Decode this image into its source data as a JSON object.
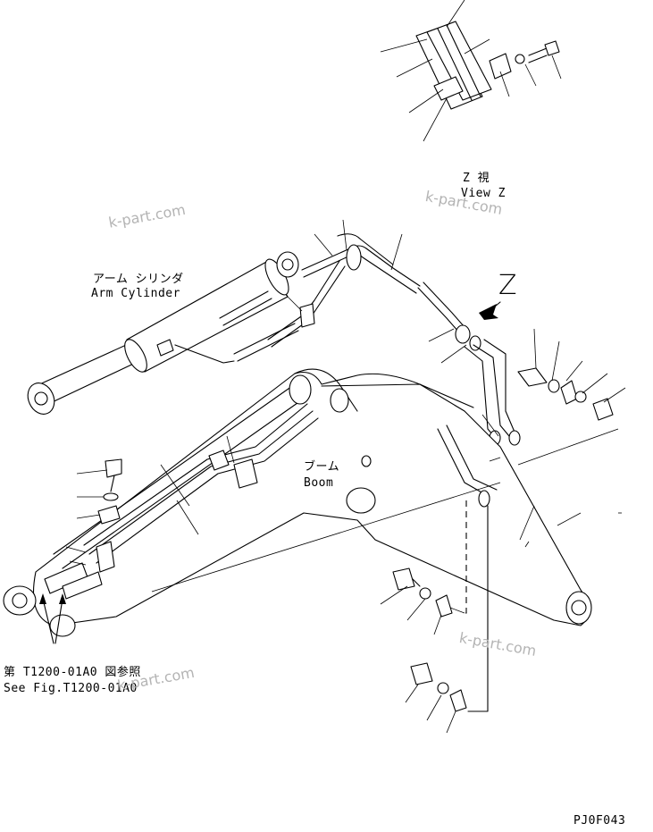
{
  "labels": {
    "view_z_jp": "Z 視",
    "view_z_en": "View Z",
    "arm_cylinder_jp": "アーム シリンダ",
    "arm_cylinder_en": "Arm Cylinder",
    "boom_jp": "ブーム",
    "boom_en": "Boom",
    "see_fig_jp": "第 T1200-01A0 図参照",
    "see_fig_en": "See Fig.T1200-01A0",
    "z_marker": "Z",
    "drawing_code": "PJ0F043"
  },
  "watermark": {
    "text": "k-part.com"
  }
}
